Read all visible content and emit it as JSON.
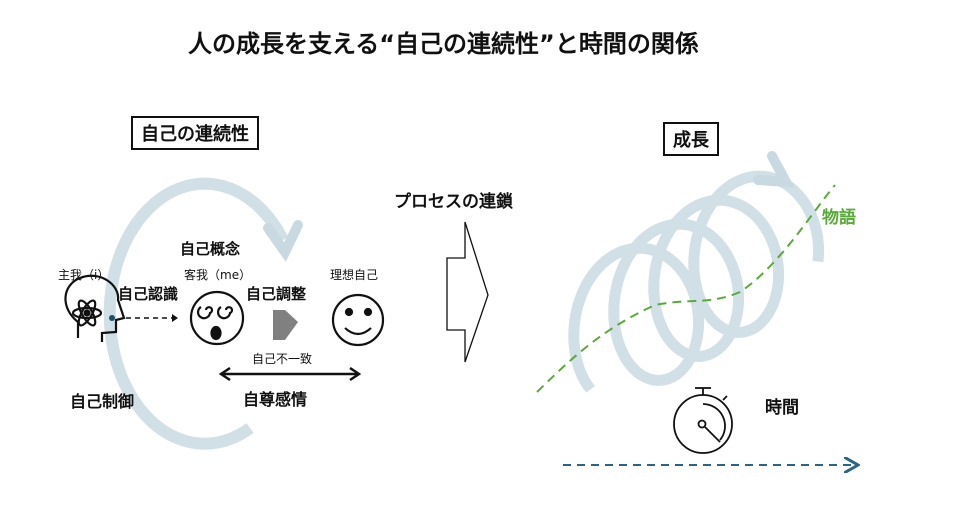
{
  "title": "人の成長を支える“自己の連続性”と時間の関係",
  "left": {
    "box_label": "自己の連続性",
    "self_concept": "自己概念",
    "subject_i": "主我（i）",
    "object_me": "客我（me）",
    "ideal_self": "理想自己",
    "self_awareness": "自己認識",
    "self_adjustment": "自己調整",
    "self_discrepancy": "自己不一致",
    "self_esteem": "自尊感情",
    "self_control": "自己制御"
  },
  "middle": {
    "label": "プロセスの連鎖"
  },
  "right": {
    "box_label": "成長",
    "story": "物語",
    "time": "時間"
  },
  "colors": {
    "spiral": "#c9d9e2",
    "story": "#5aaa3a",
    "time_arrow": "#2a6684",
    "gray_arrow": "#808080"
  }
}
